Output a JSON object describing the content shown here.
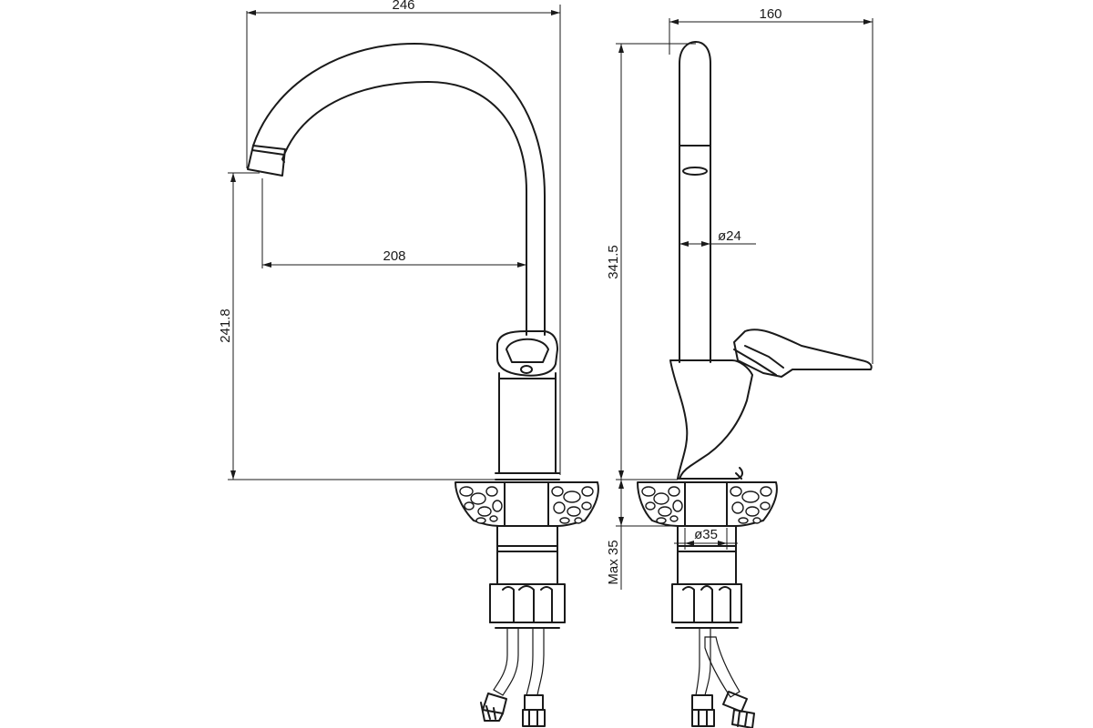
{
  "dimensions": {
    "front_width": "246",
    "front_reach": "208",
    "front_height": "241.8",
    "side_width": "160",
    "side_height": "341.5",
    "spout_diameter": "ø24",
    "base_diameter": "ø35",
    "max_thickness": "Max 35"
  }
}
